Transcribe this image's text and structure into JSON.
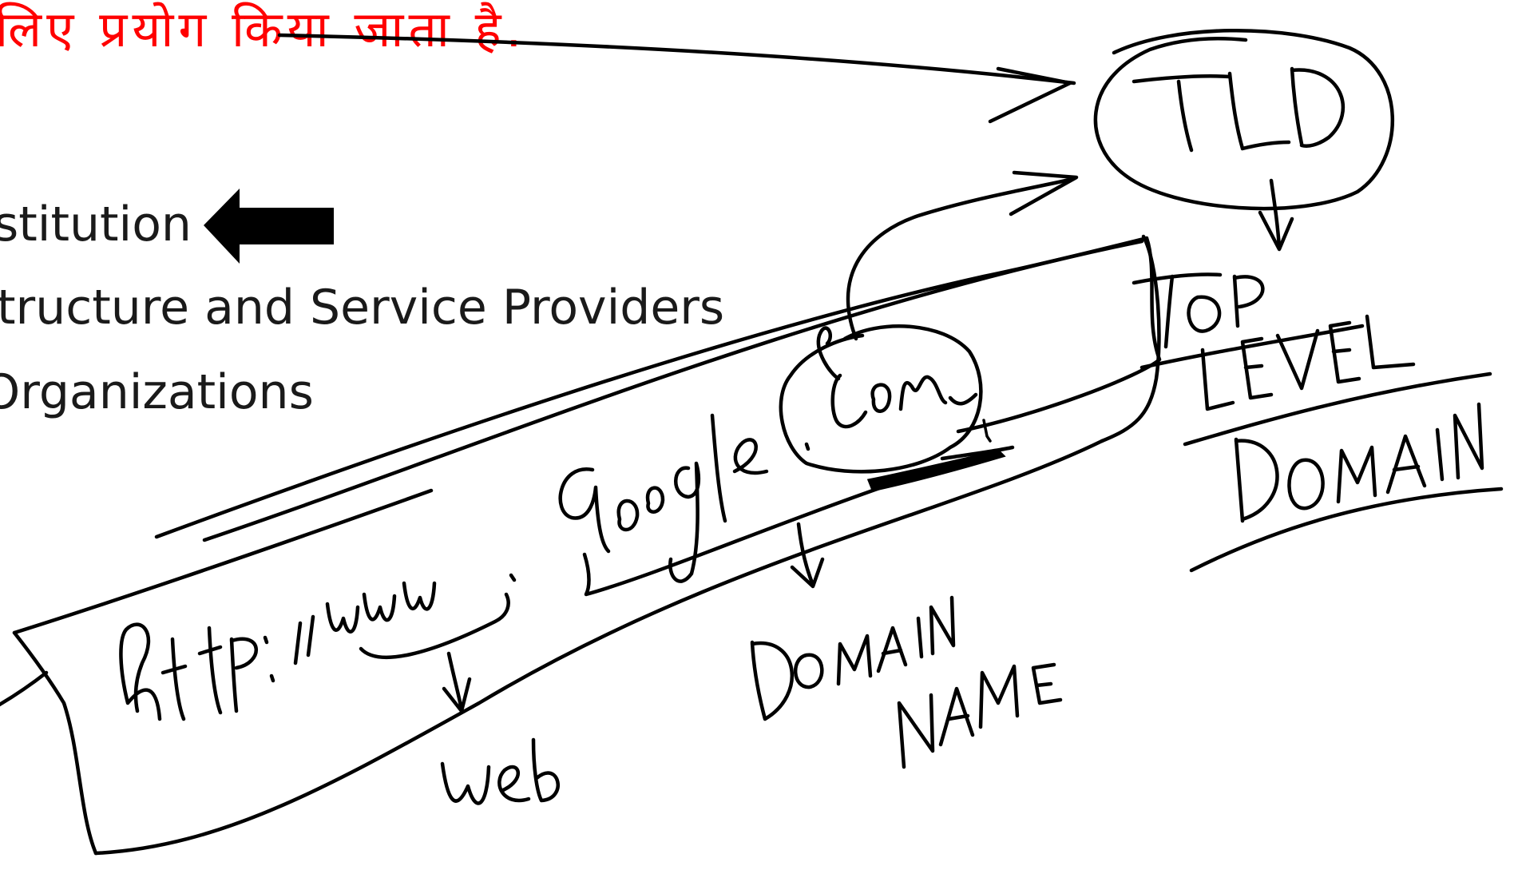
{
  "slide": {
    "hindi_line": "लिए प्रयोग किया जाता है.",
    "bullets": [
      "stitution",
      "tructure and Service Providers",
      "Organizations"
    ]
  },
  "handwriting": {
    "url": "http://www.Google.com",
    "tld": "TLD",
    "tld_expansion": "TOP LEVEL DOMAIN",
    "web_label": "Web",
    "domain_name_label": "DOMAIN NAME"
  },
  "colors": {
    "hindi_text": "#ff0000",
    "bullet_text": "#1a1a1a",
    "ink": "#000000",
    "arrow_fill": "#000000",
    "background": "#ffffff"
  }
}
